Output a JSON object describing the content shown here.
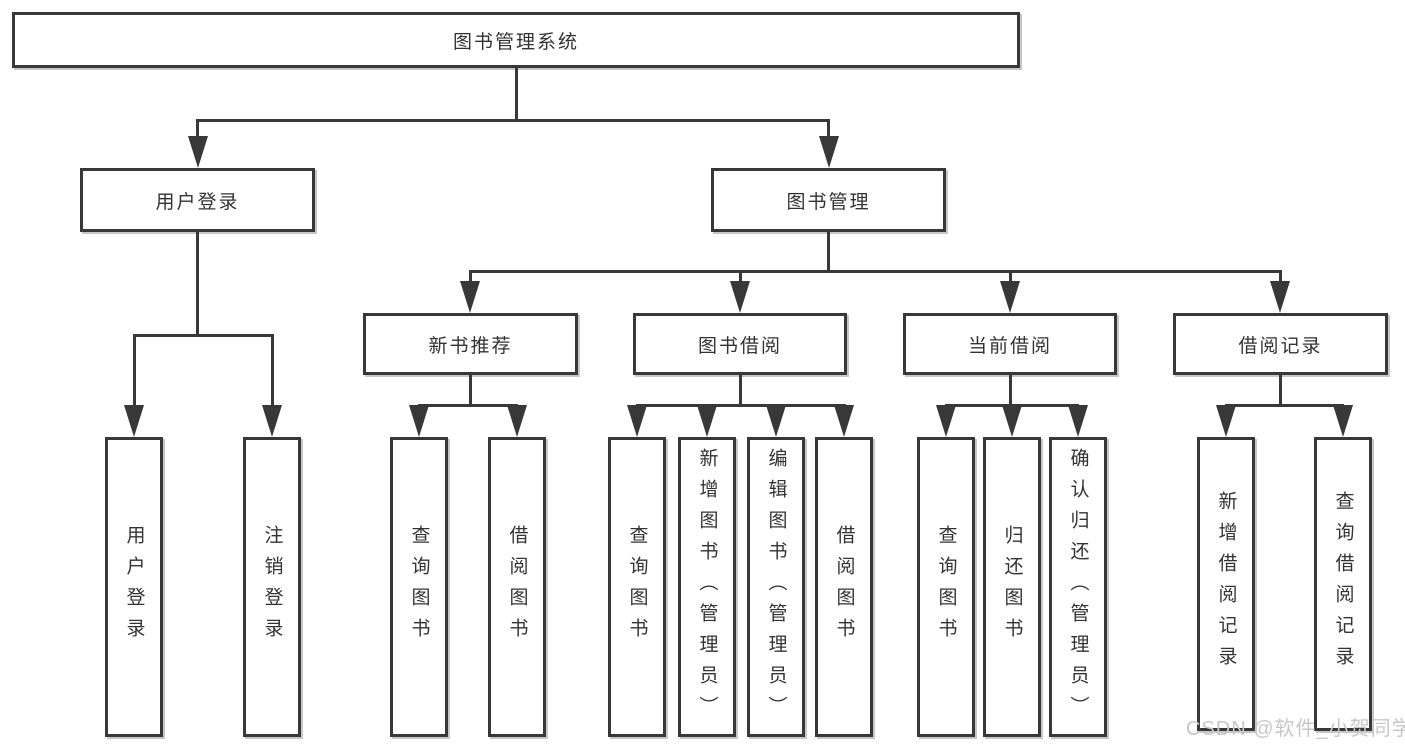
{
  "diagram": {
    "title": "图书管理系统",
    "nodes": {
      "root": "图书管理系统",
      "user_login": "用户登录",
      "book_mgmt": "图书管理",
      "new_book_rec": "新书推荐",
      "book_borrow": "图书借阅",
      "current_borrow": "当前借阅",
      "borrow_records": "借阅记录",
      "leaves": {
        "user_login": [
          "用户登录",
          "注销登录"
        ],
        "new_book_rec": [
          "查询图书",
          "借阅图书"
        ],
        "book_borrow": [
          "查询图书",
          "新增图书（管理员）",
          "编辑图书（管理员）",
          "借阅图书"
        ],
        "current_borrow": [
          "查询图书",
          "归还图书",
          "确认归还（管理员）"
        ],
        "borrow_records": [
          "新增借阅记录",
          "查询借阅记录"
        ]
      }
    },
    "watermark": "CSDN @软件_小贺同学",
    "colors": {
      "line": "#383838",
      "box_border": "#383838",
      "text": "#333333",
      "watermark": "#c7c7c7",
      "background": "#ffffff"
    }
  }
}
